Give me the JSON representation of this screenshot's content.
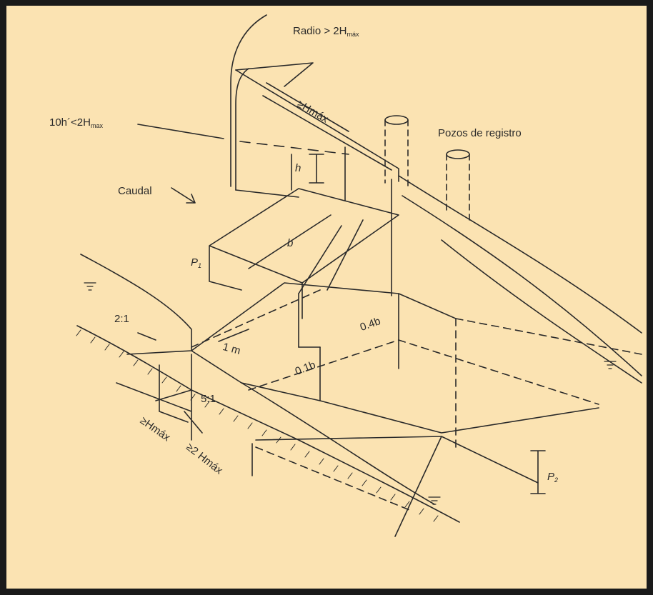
{
  "labels": {
    "radio": "Radio > 2H",
    "radio_sub": "máx",
    "ten_h": "10h´<2H",
    "ten_h_sub": "max",
    "hmax_top": "≥Hmáx",
    "pozos": "Pozos de registro",
    "h": "h",
    "caudal": "Caudal",
    "b": "b",
    "p1": "P",
    "p1_sub": "1",
    "ratio_2_1": "2:1",
    "one_m": "1 m",
    "zero_four_b": "0.4b",
    "zero_one_b": "0.1b",
    "ratio_5_1": "5:1",
    "hmax_bottom": "≥Hmáx",
    "two_hmax": "≥2 Hmáx",
    "p2": "P",
    "p2_sub": "2"
  },
  "colors": {
    "background": "#fbe3b2",
    "frame": "#1a1a1a",
    "ink": "#2a2a2a"
  }
}
